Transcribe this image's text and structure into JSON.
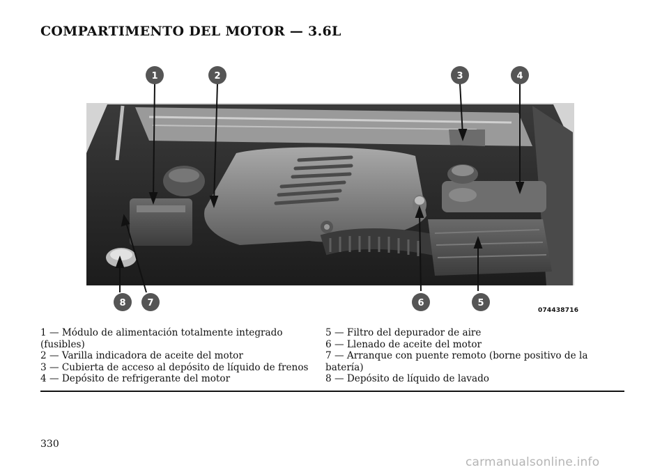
{
  "page": {
    "title": "COMPARTIMENTO DEL MOTOR — 3.6L",
    "figure_code": "074438716",
    "page_number": "330",
    "watermark": "carmanualsonline.info"
  },
  "callouts": [
    "1",
    "2",
    "3",
    "4",
    "5",
    "6",
    "7",
    "8"
  ],
  "legend": {
    "left": [
      "1 — Módulo de alimentación totalmente integrado (fusibles)",
      "2 — Varilla indicadora de aceite del motor",
      "3 — Cubierta de acceso al depósito de líquido de frenos",
      "4 — Depósito de refrigerante del motor"
    ],
    "right": [
      "5 — Filtro del depurador de aire",
      "6 — Llenado de aceite del motor",
      "7 — Arranque con puente remoto (borne positivo de la batería)",
      "8 — Depósito de líquido de lavado"
    ]
  },
  "colors": {
    "callout_fill": "#555555",
    "photo_dark": "#2a2a2a",
    "engine_cover": "#8a8a8a"
  }
}
